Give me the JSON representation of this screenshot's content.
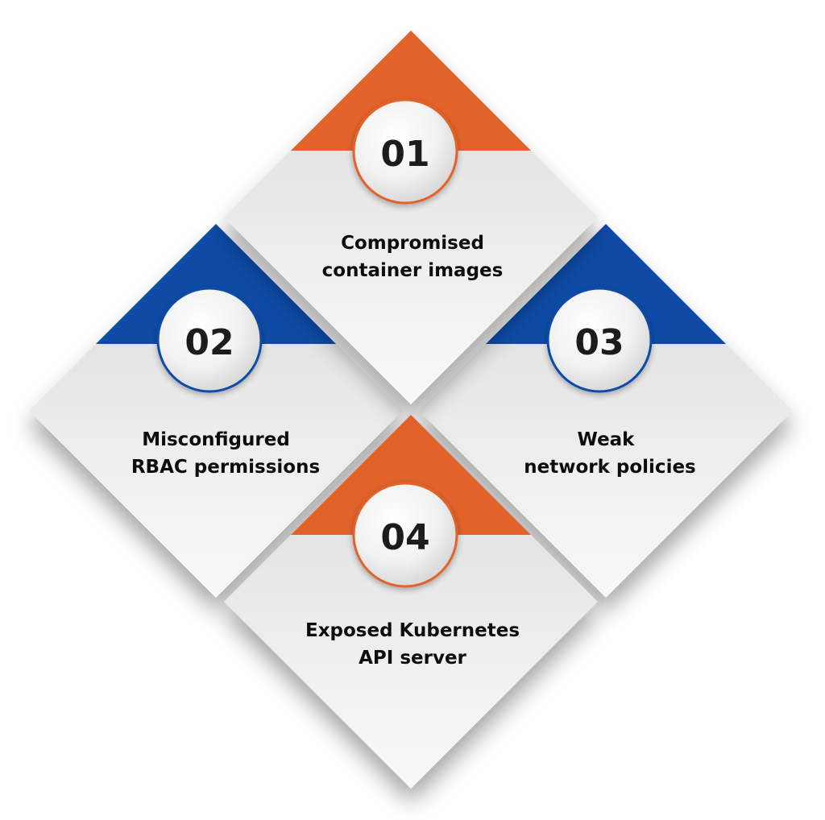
{
  "colors": {
    "orange": "#e2632a",
    "blue": "#0e4ca6",
    "card_light": "#f7f7f7",
    "card_dark": "#dcdcdc",
    "text": "#111111"
  },
  "cards": [
    {
      "number": "01",
      "accent": "orange",
      "lines": [
        "Compromised",
        "container images"
      ]
    },
    {
      "number": "02",
      "accent": "blue",
      "lines": [
        "Misconfigured",
        "RBAC permissions"
      ]
    },
    {
      "number": "03",
      "accent": "blue",
      "lines": [
        "Weak",
        "network policies"
      ]
    },
    {
      "number": "04",
      "accent": "orange",
      "lines": [
        "Exposed Kubernetes",
        "API server"
      ]
    }
  ]
}
